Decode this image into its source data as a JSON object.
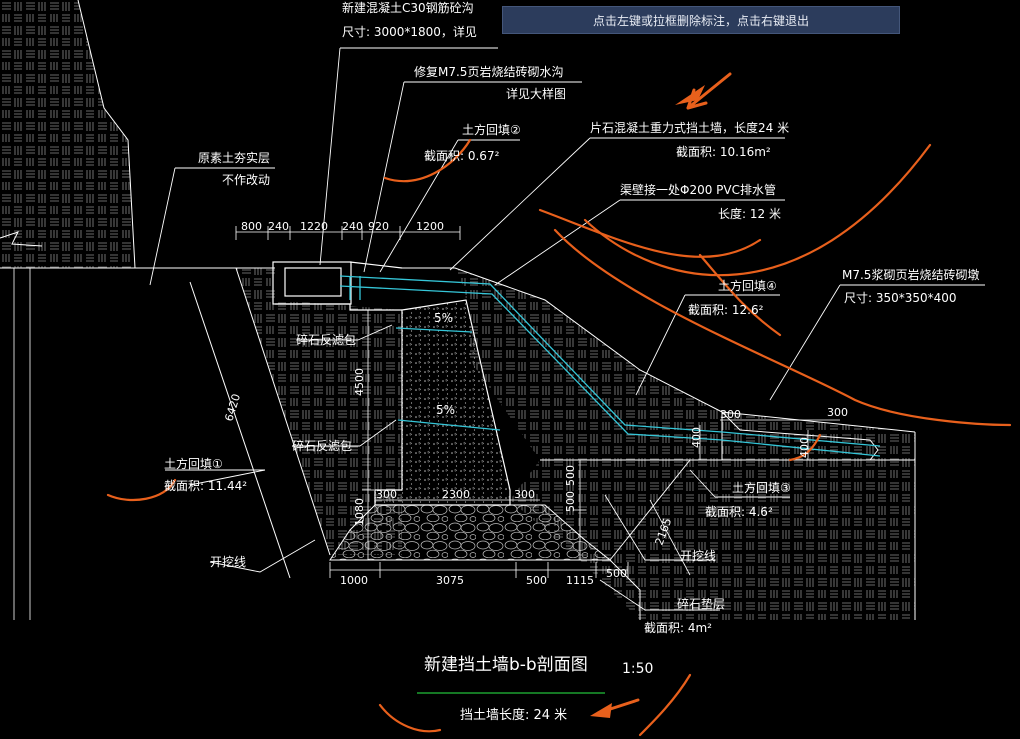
{
  "hint": "点击左键或拉框删除标注，点击右键退出",
  "colors": {
    "background": "#000000",
    "linework": "#ffffff",
    "pipe": "#35c6d8",
    "markup": "#e8601c",
    "underline": "#22c03a",
    "hint_bg": "#2c3c5c"
  },
  "labels": {
    "top_cut": "新建混凝土C30钢筋砼沟",
    "top_size": "尺寸: 3000*1800，详见",
    "ditch_1": "修复M7.5页岩烧结砖砌水沟",
    "ditch_2": "详见大样图",
    "soil_layer_1": "原素土夯实层",
    "soil_layer_2": "不作改动",
    "fill2_title": "土方回填②",
    "fill2_area": "截面积: 0.67²",
    "wall_title": "片石混凝土重力式挡土墙，长度24 米",
    "wall_area": "截面积: 10.16m²",
    "pipe_title": "渠壁接一处Φ200 PVC排水管",
    "pipe_len": "长度: 12 米",
    "fill4_title": "土方回填④",
    "fill4_area": "截面积: 12.6²",
    "pier_title": "M7.5浆砌页岩烧结砖砌墩",
    "pier_size": "尺寸: 350*350*400",
    "filter_1": "碎石反滤包",
    "filter_2": "碎石反滤包",
    "fill1_title": "土方回填①",
    "fill1_area": "截面积: 11.44²",
    "fill3_title": "土方回填③",
    "fill3_area": "截面积: 4.6²",
    "excav_left": "开挖线",
    "excav_right": "开挖线",
    "gravel_title": "碎石垫层",
    "gravel_area": "截面积: 4m²",
    "slope_1": "5%",
    "slope_2": "5%",
    "drawing_title": "新建挡土墙b-b剖面图",
    "scale": "1:50",
    "wall_length": "挡土墙长度: 24 米"
  },
  "dims": {
    "top": [
      "800",
      "240",
      "1220",
      "240",
      "920",
      "1200"
    ],
    "bottom": [
      "1000",
      "3075",
      "500",
      "1115",
      "500"
    ],
    "wall_base": [
      "300",
      "2300",
      "300"
    ],
    "h4500": "4500",
    "h1080": "1080",
    "h500a": "500",
    "h500b": "500",
    "h6420": "6420",
    "h2165": "2165",
    "pier_w1": "300",
    "pier_w2": "300",
    "pier_h1": "400",
    "pier_h2": "400",
    "small_300": "300"
  },
  "icons": {
    "arrow_1": "red-arrow-icon",
    "arrow_2": "red-arrow-icon"
  }
}
